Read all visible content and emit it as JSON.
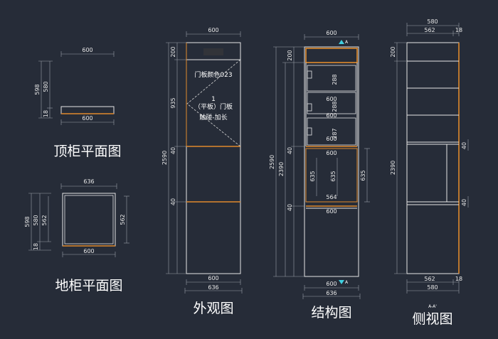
{
  "titles": {
    "top_plan": "顶柜平面图",
    "base_plan": "地柜平面图",
    "exterior": "外观图",
    "structure": "结构图",
    "side": "侧视图"
  },
  "top_plan": {
    "top_width": "600",
    "bottom_width": "600",
    "outer_depth": "598",
    "inner_depth": "580",
    "thickness": "18"
  },
  "base_plan": {
    "top_width": "636",
    "bottom_width": "600",
    "outer_depth": "598",
    "inner_depth": "580",
    "middle_depth": "562",
    "thickness": "18",
    "right_depth": "562"
  },
  "exterior": {
    "top_width": "600",
    "bottom_width_1": "600",
    "bottom_width_2": "636",
    "total_height": "2590",
    "seg_top": "200",
    "seg_door": "935",
    "seg_mid": "40",
    "seg_low": "40",
    "door_color_note": "门板颜色023",
    "door_note_num": "1",
    "door_note_type": "（平板）门板",
    "door_note_hinge": "触碰-加长"
  },
  "structure": {
    "top_width": "600",
    "section_mark": "A",
    "section_mark_bottom": "A",
    "total_height": "2590",
    "inner_height": "2390",
    "seg_top": "200",
    "seg_mid": "40",
    "seg_low": "40",
    "drawer_height_1": "288",
    "drawer_height_2": "288",
    "drawer_height_3": "287",
    "shelf_width_1": "600",
    "shelf_width_2": "600",
    "shelf_width_3": "600",
    "appliance_width": "600",
    "left_height": "635",
    "mid_height": "635",
    "right_height": "635",
    "appliance_inner": "564",
    "base_shelf_width": "600",
    "bottom_width_1": "600",
    "bottom_width_2": "636"
  },
  "side": {
    "top_width": "580",
    "top_inner": "562",
    "top_thk": "18",
    "seg_top": "200",
    "inner_height": "2390",
    "seg_mid": "40",
    "seg_low": "40",
    "bottom_inner": "562",
    "bottom_thk": "18",
    "bottom_width": "580",
    "section_label": "A-A'"
  }
}
